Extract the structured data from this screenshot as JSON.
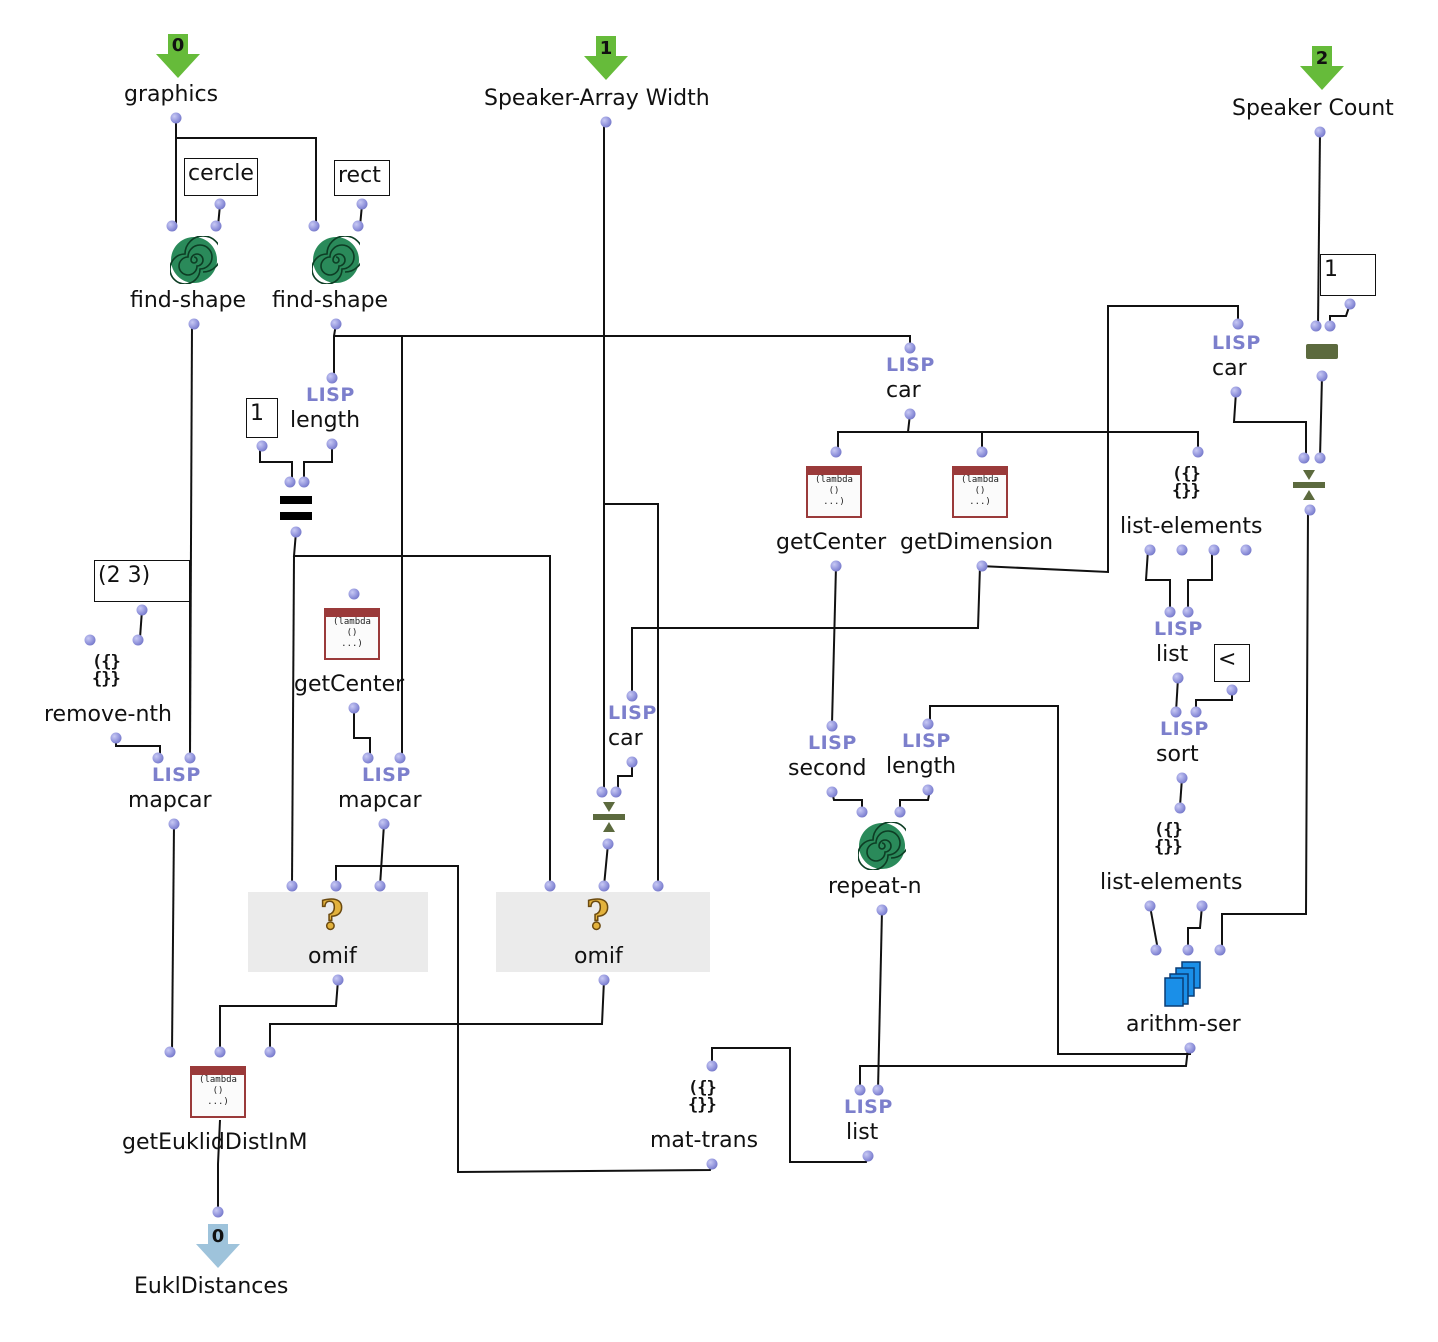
{
  "inputs": [
    {
      "index": "0",
      "label": "graphics"
    },
    {
      "index": "1",
      "label": "Speaker-Array Width"
    },
    {
      "index": "2",
      "label": "Speaker Count"
    }
  ],
  "output": {
    "index": "0",
    "label": "EuklDistances"
  },
  "values": {
    "cercle": "cercle",
    "rect": "rect",
    "one_a": "1",
    "one_b": "1",
    "remove_list": "(2 3)",
    "less": "<"
  },
  "boxes": {
    "find_shape_1": "find-shape",
    "find_shape_2": "find-shape",
    "length_1": "length",
    "length_2": "length",
    "car_1": "car",
    "car_2": "car",
    "car_3": "car",
    "getCenter_1": "getCenter",
    "getCenter_2": "getCenter",
    "getDimension": "getDimension",
    "list_elements_1": "list-elements",
    "list_elements_2": "list-elements",
    "list_1": "list",
    "list_2": "list",
    "sort": "sort",
    "remove_nth": "remove-nth",
    "mapcar_1": "mapcar",
    "mapcar_2": "mapcar",
    "second": "second",
    "repeat_n": "repeat-n",
    "omif_1": "omif",
    "omif_2": "omif",
    "arithm_ser": "arithm-ser",
    "mat_trans": "mat-trans",
    "getEuklidDistInM": "getEuklidDistInM"
  },
  "lisp_tag": "LISP",
  "lambda_text": [
    "(lambda",
    "()",
    "...)"
  ],
  "brace_text": [
    "({}",
    "{}}"
  ],
  "colors": {
    "port": "#8c8fd9",
    "lisp": "#7c7fcc",
    "input_arrow": "#66bb3a",
    "output_arrow": "#9ec3db",
    "spiral": "#2a8a5a",
    "lambda_border": "#9a3a3a",
    "omif_bg": "#ebebeb",
    "minus_box": "#5c6a3e",
    "arithm_icon": "#1a8fe8"
  }
}
